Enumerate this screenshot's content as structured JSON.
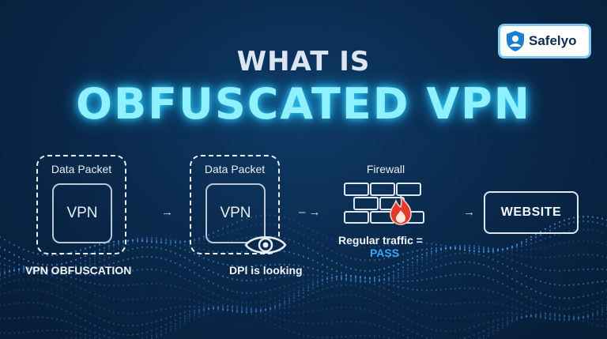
{
  "title": {
    "line1": "WHAT IS",
    "line2": "OBFUSCATED VPN"
  },
  "logo": {
    "text": "Safelyo"
  },
  "stage1": {
    "packet_label": "Data Packet",
    "inner": "VPN",
    "caption": "VPN OBFUSCATION"
  },
  "stage2": {
    "packet_label": "Data Packet",
    "inner": "VPN",
    "caption": "DPI is looking"
  },
  "arrows": {
    "a1": "→",
    "a2": "– →",
    "a3": "→"
  },
  "firewall": {
    "label": "Firewall",
    "caption_line1": "Regular traffic =",
    "caption_line2": "PASS"
  },
  "website": {
    "label": "WEBSITE"
  },
  "colors": {
    "accent_glow": "#8ff0ff",
    "pass": "#3aa7ff",
    "background": "#0a2a4d",
    "fire": "#e23b2c"
  }
}
